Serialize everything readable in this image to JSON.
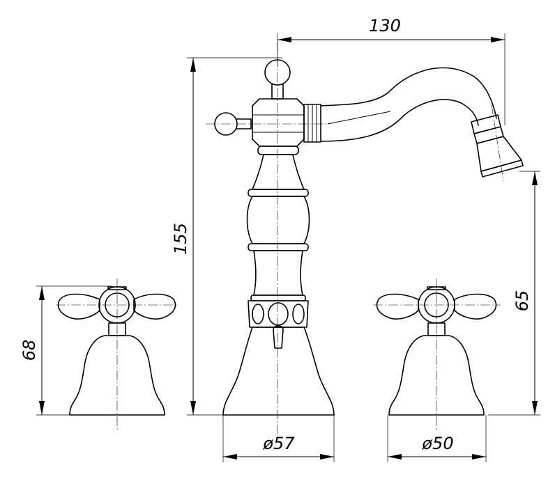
{
  "dimensions": {
    "spout_reach": "130",
    "total_height": "155",
    "spout_height": "65",
    "handle_height": "68",
    "body_diameter": "ø57",
    "handle_base_diameter": "ø50"
  }
}
